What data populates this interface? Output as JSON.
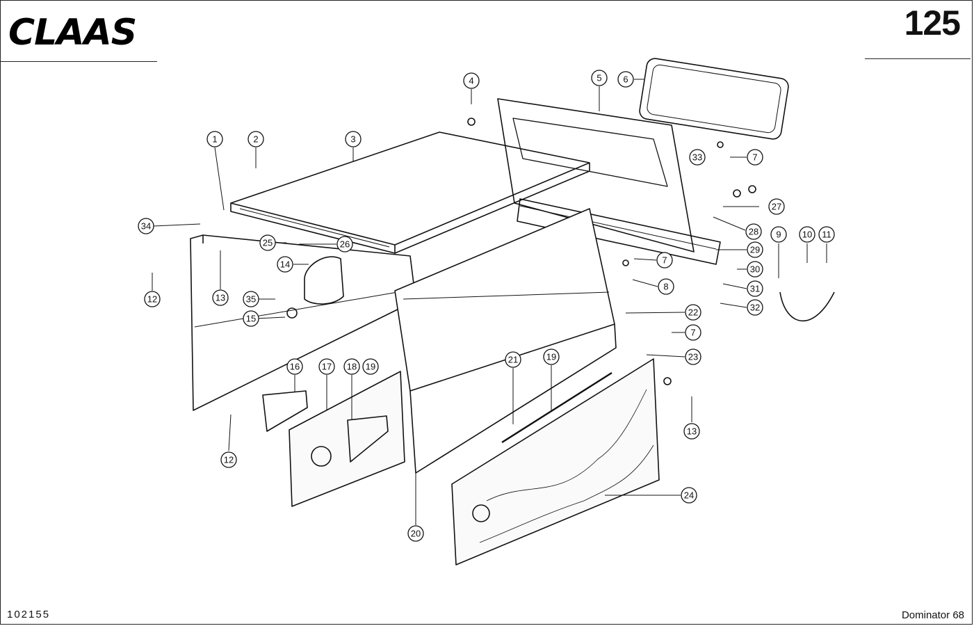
{
  "header": {
    "brand": "CLAAS",
    "page_number": "125"
  },
  "footer": {
    "drawing_id": "102155",
    "model": "Dominator 68"
  },
  "callouts": [
    {
      "label": "1"
    },
    {
      "label": "2"
    },
    {
      "label": "3"
    },
    {
      "label": "4"
    },
    {
      "label": "5"
    },
    {
      "label": "6"
    },
    {
      "label": "7"
    },
    {
      "label": "33"
    },
    {
      "label": "27"
    },
    {
      "label": "28"
    },
    {
      "label": "29"
    },
    {
      "label": "9"
    },
    {
      "label": "10"
    },
    {
      "label": "11"
    },
    {
      "label": "34"
    },
    {
      "label": "25"
    },
    {
      "label": "26"
    },
    {
      "label": "14"
    },
    {
      "label": "13"
    },
    {
      "label": "12"
    },
    {
      "label": "35"
    },
    {
      "label": "15"
    },
    {
      "label": "7"
    },
    {
      "label": "8"
    },
    {
      "label": "30"
    },
    {
      "label": "31"
    },
    {
      "label": "32"
    },
    {
      "label": "22"
    },
    {
      "label": "7"
    },
    {
      "label": "23"
    },
    {
      "label": "16"
    },
    {
      "label": "17"
    },
    {
      "label": "18"
    },
    {
      "label": "19"
    },
    {
      "label": "21"
    },
    {
      "label": "19"
    },
    {
      "label": "13"
    },
    {
      "label": "12"
    },
    {
      "label": "24"
    },
    {
      "label": "20"
    }
  ]
}
